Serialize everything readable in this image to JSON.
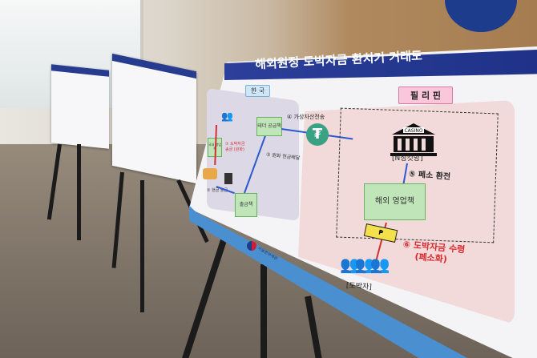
{
  "main_board": {
    "title": "해외원정 도박자금 환치기 거래도",
    "korea_tag": "한 국",
    "philippines_tag": "필 리 핀",
    "korea": {
      "domestic_agent": "국내 영업책",
      "step1": "① 도박자금 송금 (원화)",
      "step2": "② 현금 출금",
      "withdrawer": "출금책",
      "step3": "③ 원화 현금배달",
      "tether_supplier": "테더 공급책"
    },
    "step4": "④ 가상자산전송",
    "tether_symbol": "₮",
    "casino_sign": "CASINO",
    "junket_label": "[N정킷방]",
    "step5": "⑤ 페소 환전",
    "overseas_agent": "해외 영업책",
    "peso_symbol": "₱",
    "step6_line1": "⑥ 도박자금 수령",
    "step6_line2": "(페소화)",
    "gambler_label": "[도박자]",
    "agency": "서울본부세관"
  },
  "colors": {
    "title_bar": "#2c3f9a",
    "accent_red": "#d8282b",
    "green_box": "#bfe5b8",
    "tether": "#3aa182"
  }
}
